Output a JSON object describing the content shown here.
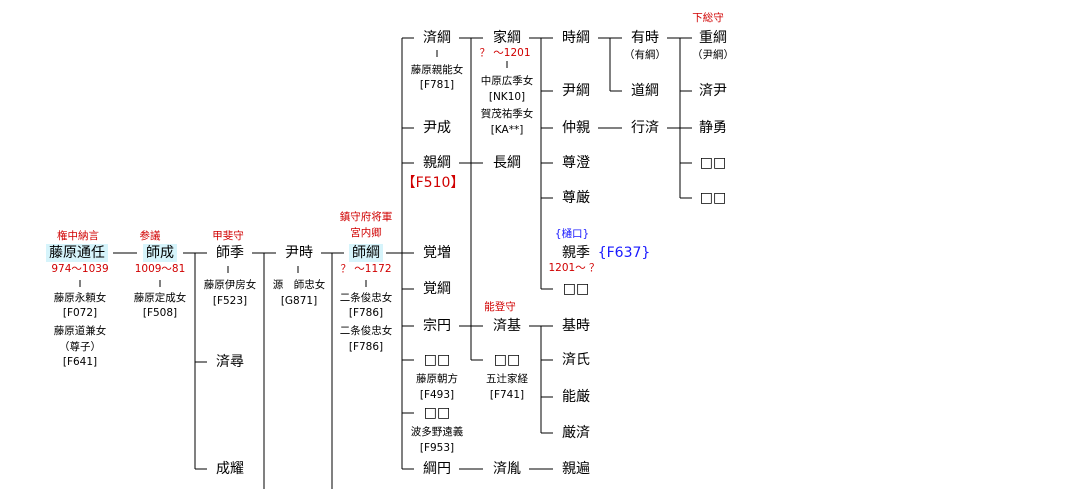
{
  "names": {
    "michitou": "藤原通任",
    "shisei": "師成",
    "shiki": "師季",
    "izumi_jin": "済尋",
    "seiyo": "成耀",
    "koreji": "尹時",
    "morotsuna": "師綱",
    "saiko": "済綱",
    "koresei": "尹成",
    "chikatsuna": "親綱",
    "kakuzo": "覚増",
    "kakko": "覚綱",
    "soen": "宗円",
    "sq1": "□□",
    "sq2": "□□",
    "tsunaen": "綱円",
    "iezuna": "家綱",
    "nagatsuna": "長綱",
    "saiki": "済基",
    "sq_sai": "□□",
    "sairan": "済胤",
    "tokitsuna": "時綱",
    "koretsuna": "尹綱",
    "nakachika": "仲親",
    "soncho": "尊澄",
    "songen": "尊厳",
    "chikasue": "親季",
    "sq_chika": "□□",
    "mototoki": "基時",
    "saishi": "済氏",
    "nogen": "能厳",
    "gensai": "厳済",
    "shinhen": "親遍",
    "aritoki": "有時",
    "dotsuna": "道綱",
    "gyosai": "行済",
    "shigetsuna": "重綱",
    "saiin": "済尹",
    "seiyu": "静勇",
    "sq_r1": "□□",
    "sq_r2": "□□"
  },
  "titles": {
    "gonchunagon": "権中納言",
    "sangi": "参議",
    "kai": "甲斐守",
    "chinju": "鎮守府将軍",
    "kunai": "宮内卿",
    "noto": "能登守",
    "shimousa": "下総守"
  },
  "dates": {
    "michitou": "974～1039",
    "shisei": "1009～81",
    "morotsuna": "？ ～1172",
    "iezuna": "？ ～1201",
    "chikasue": "1201～ ？"
  },
  "notes": {
    "michitou_w1": "藤原永頼女",
    "michitou_w1_id": "[F072]",
    "michitou_w2": "藤原道兼女",
    "michitou_w2_name": "（尊子）",
    "michitou_w2_id": "[F641]",
    "shisei_w": "藤原定成女",
    "shisei_w_id": "[F508]",
    "shiki_w": "藤原伊房女",
    "shiki_w_id": "[F523]",
    "koreji_w": "源　師忠女",
    "koreji_w_id": "[G871]",
    "morotsuna_w1": "二条俊忠女",
    "morotsuna_w1_id": "[F786]",
    "morotsuna_w2": "二条俊忠女",
    "morotsuna_w2_id": "[F786]",
    "saiko_w": "藤原親能女",
    "saiko_w_id": "[F781]",
    "chikatsuna_id": "【F510】",
    "sq1_w": "藤原朝方",
    "sq1_w_id": "[F493]",
    "sq2_w": "波多野遠義",
    "sq2_w_id": "[F953]",
    "iezuna_w1": "中原広季女",
    "iezuna_w1_id": "[NK10]",
    "iezuna_w2": "賀茂祐季女",
    "iezuna_w2_id": "[KA**]",
    "sq_sai_w": "五辻家経",
    "sq_sai_w_id": "[F741]",
    "chikasue_alias": "{樋口}",
    "chikasue_id": "{F637}",
    "aritoki_alias": "（有綱）",
    "shigetsuna_alias": "（尹綱）"
  }
}
